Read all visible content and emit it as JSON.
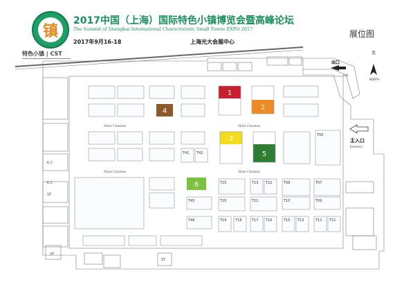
{
  "header": {
    "logo_char": "镇",
    "title": "2017中国（上海）国际特色小镇博览会暨高峰论坛",
    "subtitle": "The Summit of Shanghai International Characteristic Small Towns EXPO 2017",
    "date": "2017年9月16-18",
    "venue": "上海光大会展中心",
    "map_title": "展位图",
    "brand": "特色小镇 | CST"
  },
  "map": {
    "north_label": "北",
    "north_en": "NORTH",
    "exit_label": "出口",
    "exit_en": "Exit",
    "entrance_label": "主入口",
    "entrance_en": "Entrance",
    "main_channel_label": "Main Channel",
    "numbered_booths": [
      {
        "label": "1",
        "color": "#c8202e"
      },
      {
        "label": "2",
        "color": "#ef8a22"
      },
      {
        "label": "3",
        "color": "#f2dc1b"
      },
      {
        "label": "4",
        "color": "#8a5a2b"
      },
      {
        "label": "5",
        "color": "#2e7d32"
      },
      {
        "label": "6",
        "color": "#7cc142"
      }
    ],
    "t_booths": [
      "T06",
      "T08",
      "T07",
      "T09",
      "T10",
      "T11",
      "T12",
      "T13",
      "T15",
      "T16",
      "T17",
      "T18",
      "T19",
      "T20",
      "T21",
      "T22",
      "T23",
      "T25",
      "T41",
      "T42",
      "T45",
      "T46"
    ],
    "side_labels": [
      "K.C",
      "K.C",
      "ST",
      "ST",
      "ST"
    ]
  }
}
